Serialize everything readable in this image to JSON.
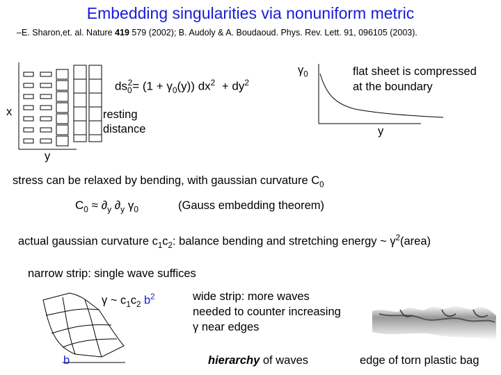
{
  "title": "Embedding singularities via nonuniform metric",
  "reference": {
    "prefix": "–E. Sharon,et. al. Nature ",
    "volume": "419",
    "suffix": " 579 (2002); B. Audoly & A. Boudaoud. Phys. Rev. Lett. 91, 096105 (2003)."
  },
  "grid_diagram": {
    "x_label": "x",
    "y_label": "y",
    "resting_label": "resting",
    "distance_label": "distance"
  },
  "metric_equation": {
    "lhs": "ds",
    "lhs_sub": "0",
    "lhs_sup": "2",
    "mid1": "= (1 + ",
    "gamma": "γ",
    "gamma_sub": "0",
    "mid2": "(y)) dx",
    "dx_sup": "2",
    "mid3": "  + dy",
    "dy_sup": "2"
  },
  "gamma_plot": {
    "y_axis_label": "γ",
    "y_axis_sub": "0",
    "x_axis_label": "y",
    "note_line1": "flat sheet is compressed",
    "note_line2": "at the boundary"
  },
  "stress_line": {
    "text": "stress can be relaxed by bending, with gaussian curvature C",
    "sub": "0"
  },
  "gauss_equation": {
    "c": "C",
    "c_sub": "0",
    "approx": " ≈ ",
    "d1": "∂",
    "d1_sub": "y",
    "d2": " ∂",
    "d2_sub": "y",
    "g": " γ",
    "g_sub": "0",
    "theorem": "(Gauss embedding theorem)"
  },
  "actual_line": {
    "t1": "actual gaussian curvature c",
    "s1": "1",
    "t2": "c",
    "s2": "2",
    "t3": ": balance bending and stretching energy ~ γ",
    "sup": "2",
    "t4": "(area)"
  },
  "narrow_strip": "narrow strip: single wave suffices",
  "scaling": {
    "t1": "γ ~ c",
    "s1": "1",
    "t2": "c",
    "s2": "2",
    "b": " b",
    "b_sup": "2"
  },
  "strip_b_label": "b",
  "wide_strip": {
    "line1": "wide strip: more waves",
    "line2": "needed to counter increasing",
    "line3": "γ near edges"
  },
  "hierarchy": {
    "emph": "hierarchy",
    "rest": " of waves"
  },
  "bag_caption": "edge of torn plastic bag",
  "colors": {
    "title": "#1a1ad6",
    "text": "#000000"
  }
}
